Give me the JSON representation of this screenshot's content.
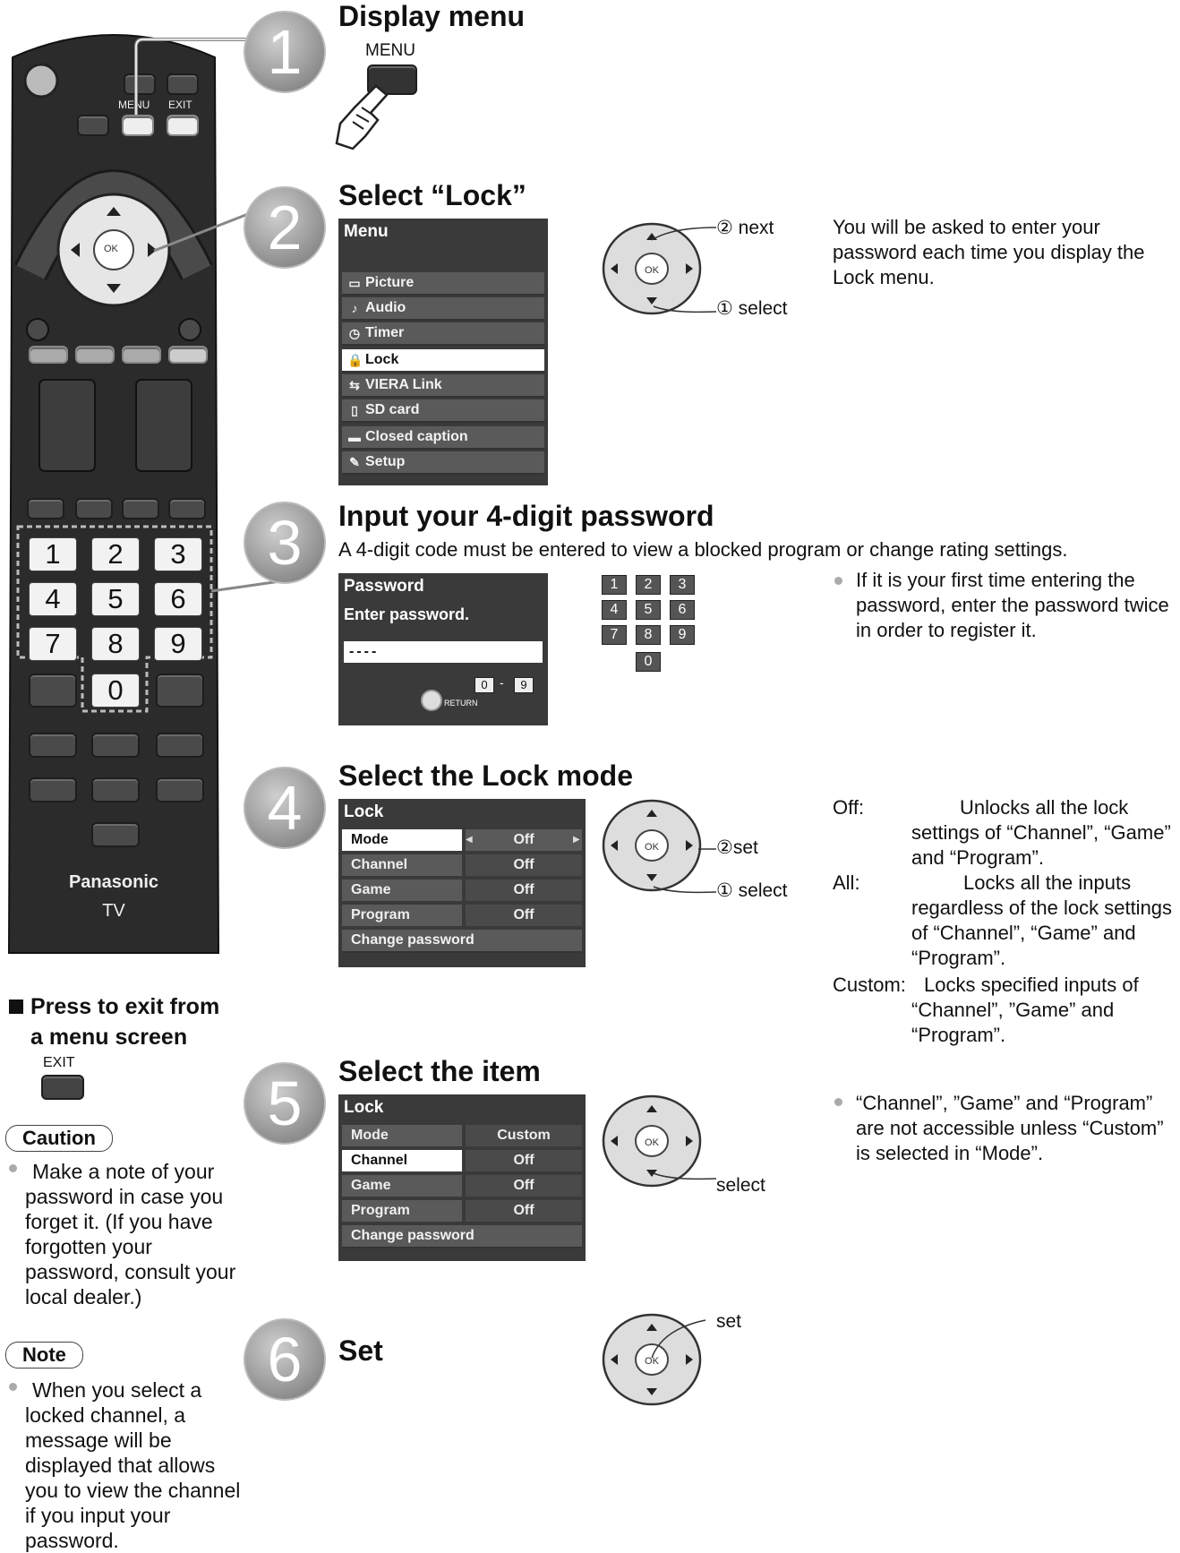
{
  "remote": {
    "menu_label": "MENU",
    "exit_label": "EXIT",
    "ok_label": "OK",
    "digits": [
      "1",
      "2",
      "3",
      "4",
      "5",
      "6",
      "7",
      "8",
      "9",
      "0"
    ],
    "brand": "Panasonic",
    "model": "TV"
  },
  "step1": {
    "number": "1",
    "title": "Display menu",
    "button_label": "MENU"
  },
  "step2": {
    "number": "2",
    "title": "Select “Lock”",
    "menu_title": "Menu",
    "menu_items": [
      {
        "label": "Picture",
        "icon": "picture-icon",
        "glyph": "▭"
      },
      {
        "label": "Audio",
        "icon": "audio-icon",
        "glyph": "♪"
      },
      {
        "label": "Timer",
        "icon": "timer-icon",
        "glyph": "◷"
      },
      {
        "label": "Lock",
        "icon": "lock-icon",
        "glyph": "🔒"
      },
      {
        "label": "VIERA Link",
        "icon": "viera-link-icon",
        "glyph": "⇆"
      },
      {
        "label": "SD card",
        "icon": "sd-card-icon",
        "glyph": "▯"
      },
      {
        "label": "Closed caption",
        "icon": "closed-caption-icon",
        "glyph": "▬"
      },
      {
        "label": "Setup",
        "icon": "setup-icon",
        "glyph": "✎"
      }
    ],
    "next_label": "② next",
    "select_label": "① select",
    "note": "You will be asked to enter your password each time you display the Lock menu."
  },
  "step3": {
    "number": "3",
    "title": "Input your 4-digit password",
    "subtitle": "A 4-digit code must be entered to view a blocked program or change rating settings.",
    "panel_title": "Password",
    "panel_prompt": "Enter password.",
    "password_value": "----",
    "range_from": "0",
    "range_sep": "-",
    "range_to": "9",
    "return_label": "RETURN",
    "keypad": [
      "1",
      "2",
      "3",
      "4",
      "5",
      "6",
      "7",
      "8",
      "9",
      "0"
    ],
    "note": "If it is your first time entering the password, enter the password twice in order to register it."
  },
  "step4": {
    "number": "4",
    "title": "Select the Lock mode",
    "panel_title": "Lock",
    "rows": [
      {
        "name": "Mode",
        "value": "Off"
      },
      {
        "name": "Channel",
        "value": "Off"
      },
      {
        "name": "Game",
        "value": "Off"
      },
      {
        "name": "Program",
        "value": "Off"
      }
    ],
    "change_password": "Change password",
    "set_label": "②set",
    "select_label": "① select",
    "desc": [
      {
        "term": "Off:",
        "text": "Unlocks all the lock settings of “Channel”, “Game” and “Program”."
      },
      {
        "term": "All:",
        "text": "Locks all the inputs regardless of the lock settings of “Channel”, “Game” and “Program”."
      },
      {
        "term": "Custom:",
        "text": "Locks specified inputs of “Channel”, ”Game” and “Program”."
      }
    ]
  },
  "step5": {
    "number": "5",
    "title": "Select the item",
    "panel_title": "Lock",
    "rows": [
      {
        "name": "Mode",
        "value": "Custom"
      },
      {
        "name": "Channel",
        "value": "Off"
      },
      {
        "name": "Game",
        "value": "Off"
      },
      {
        "name": "Program",
        "value": "Off"
      }
    ],
    "change_password": "Change password",
    "select_label": "select",
    "note": "“Channel”, ”Game” and “Program” are not accessible unless “Custom” is selected in “Mode”."
  },
  "step6": {
    "number": "6",
    "title": "Set",
    "set_label": "set"
  },
  "sidebar": {
    "exit_heading_1": "Press to exit from",
    "exit_heading_2": "a menu screen",
    "exit_button_label": "EXIT",
    "caution_title": "Caution",
    "caution_text": "Make a note of your password in case you forget it. (If you have forgotten your password, consult your local dealer.)",
    "note_title": "Note",
    "note_text": "When you select a locked channel, a message will be displayed that allows you to view the channel if you input your password."
  }
}
